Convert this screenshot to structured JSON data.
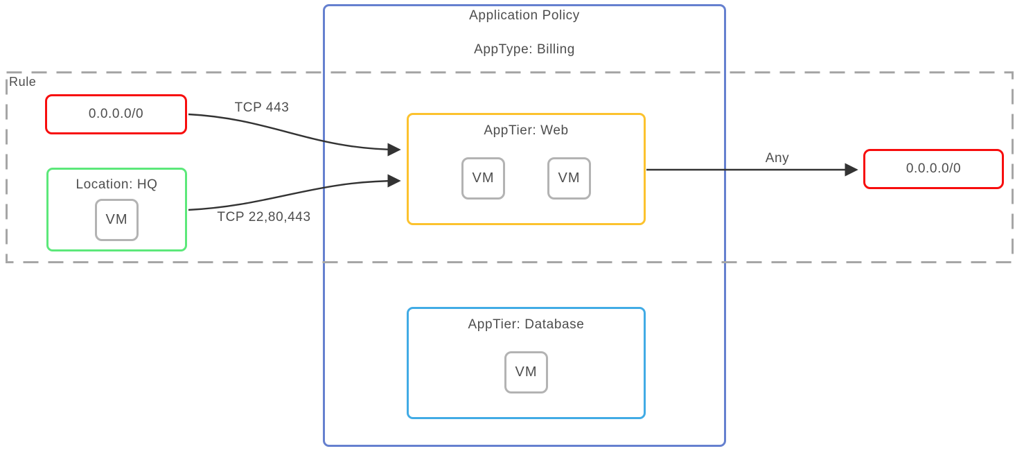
{
  "policy": {
    "title": "Application Policy",
    "subtitle": "AppType: Billing"
  },
  "rule": {
    "label": "Rule"
  },
  "nodes": {
    "source_any": {
      "label": "0.0.0.0/0"
    },
    "location_hq": {
      "label": "Location: HQ",
      "vms": [
        "VM"
      ]
    },
    "tier_web": {
      "label": "AppTier: Web",
      "vms": [
        "VM",
        "VM"
      ]
    },
    "tier_database": {
      "label": "AppTier: Database",
      "vms": [
        "VM"
      ]
    },
    "dest_any": {
      "label": "0.0.0.0/0"
    }
  },
  "edges": [
    {
      "from": "source_any",
      "to": "tier_web",
      "label": "TCP 443"
    },
    {
      "from": "location_hq",
      "to": "tier_web",
      "label": "TCP 22,80,443"
    },
    {
      "from": "tier_web",
      "to": "dest_any",
      "label": "Any"
    }
  ],
  "colors": {
    "policy_border": "#6580cf",
    "rule_border": "#a6a6a6",
    "endpoint_border": "#f70d0d",
    "location_border": "#5ce87a",
    "web_border": "#fcc22e",
    "database_border": "#41abe5",
    "vm_border": "#b3b3b3",
    "arrow": "#333333",
    "text": "#4d4d4d"
  }
}
